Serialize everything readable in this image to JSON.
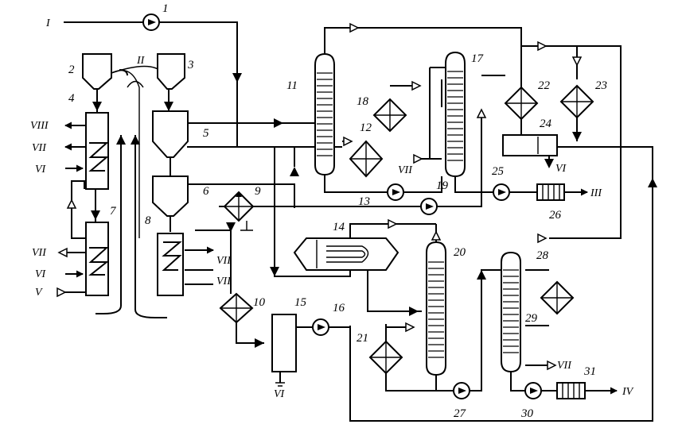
{
  "streams": {
    "s1": "I",
    "s2": "II",
    "s3": "III",
    "s4": "IV",
    "s5": "V",
    "s6": "VI",
    "s7": "VII",
    "s8": "VIII"
  },
  "equipment": {
    "e1": "1",
    "e2": "2",
    "e3": "3",
    "e4": "4",
    "e5": "5",
    "e6": "6",
    "e7": "7",
    "e8": "8",
    "e9": "9",
    "e10": "10",
    "e11": "11",
    "e12": "12",
    "e13": "13",
    "e14": "14",
    "e15": "15",
    "e16": "16",
    "e17": "17",
    "e18": "18",
    "e19": "19",
    "e20": "20",
    "e21": "21",
    "e22": "22",
    "e23": "23",
    "e24": "24",
    "e25": "25",
    "e26": "26",
    "e27": "27",
    "e28": "28",
    "e29": "29",
    "e30": "30",
    "e31": "31"
  }
}
